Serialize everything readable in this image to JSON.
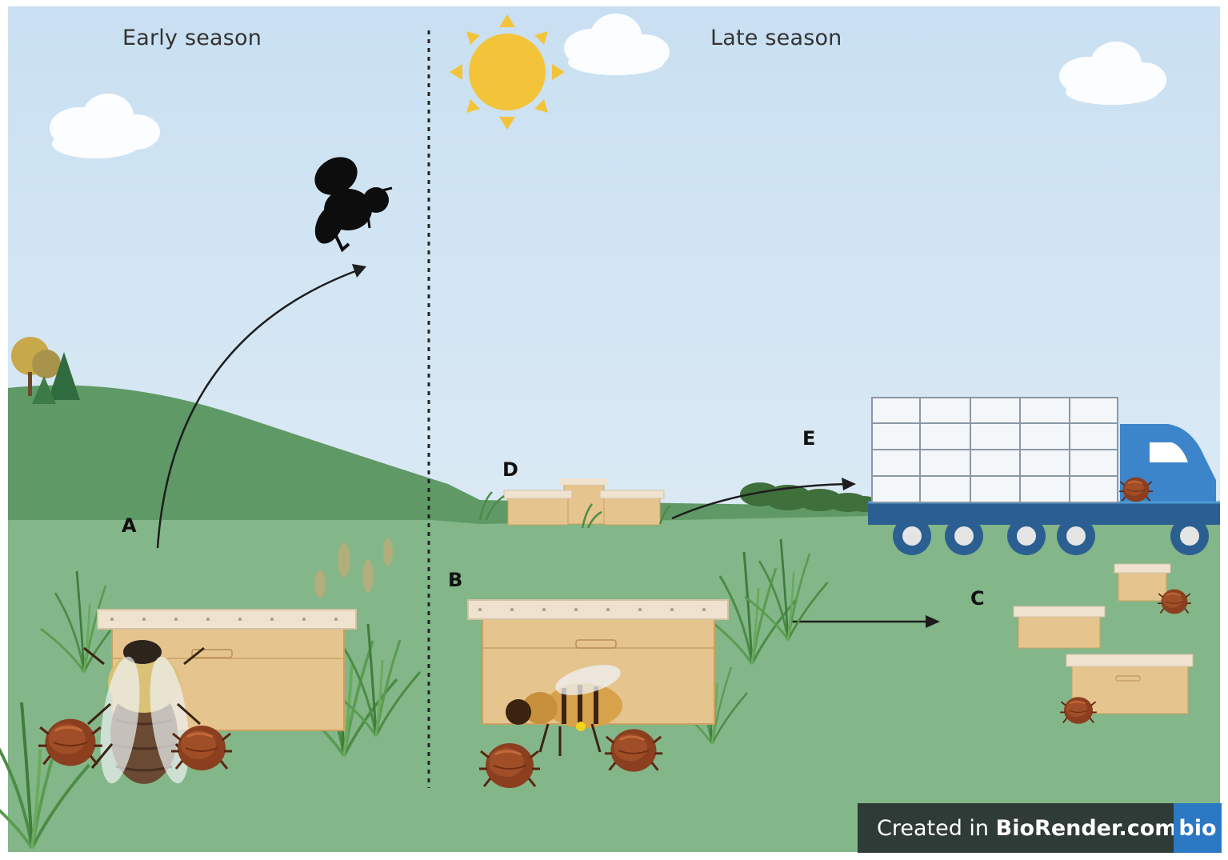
{
  "seasons": {
    "early": "Early season",
    "late": "Late season"
  },
  "panels": {
    "a": "A",
    "b": "B",
    "c": "C",
    "d": "D",
    "e": "E"
  },
  "watermark": {
    "prefix": "Created in ",
    "brand": "BioRender.com",
    "badge": "bio"
  },
  "colors": {
    "sky_top": "#cfe3f3",
    "sky_bottom": "#e3eef5",
    "hill": "#5f9966",
    "ground": "#83b688",
    "hive_wood": "#e6c48e",
    "hive_lid": "#efe3cf",
    "mite": "#8b3f1f",
    "truck_blue": "#3d85cb",
    "truck_dark": "#2c5f91",
    "sun": "#f3c43a",
    "watermark_bg": "#2f3b36",
    "watermark_badge": "#2b78c5"
  }
}
